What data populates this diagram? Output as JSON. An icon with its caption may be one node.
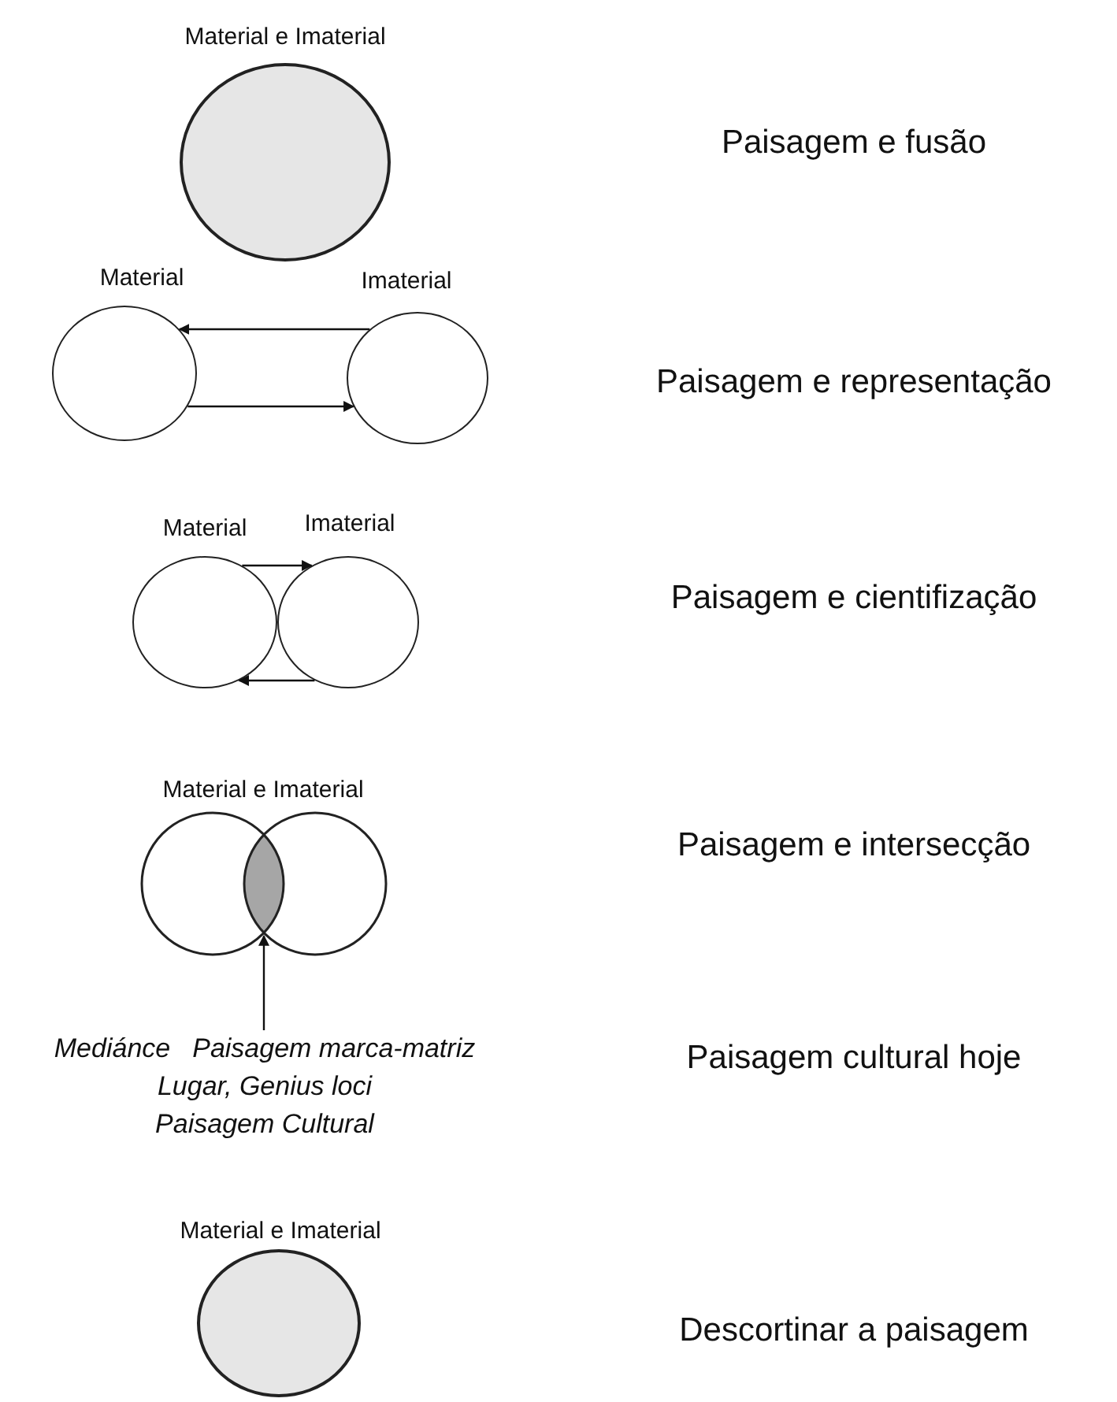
{
  "diagram": {
    "nodes": [
      {
        "text": [
          "Material e Imaterial"
        ]
      },
      {
        "text": [
          "Material"
        ]
      },
      {
        "text": [
          "Imaterial"
        ]
      },
      {
        "text": [
          "Material"
        ]
      },
      {
        "text": [
          "Imaterial"
        ]
      },
      {
        "text": [
          "Material e Imaterial"
        ]
      },
      {
        "text": [],
        "shape": "lens",
        "in": 5
      },
      {
        "text": [
          "Mediánce",
          "Paisagem marca-matriz",
          "Lugar, Genius loci",
          "Paisagem Cultural"
        ]
      },
      {
        "text": [
          "Material e Imaterial"
        ]
      }
    ],
    "edges": [
      {
        "from": 2,
        "to": 1,
        "arrow": "to"
      },
      {
        "from": 1,
        "to": 2,
        "arrow": "to"
      },
      {
        "from": 3,
        "to": 4,
        "arrow": "to"
      },
      {
        "from": 4,
        "to": 3,
        "arrow": "to"
      },
      {
        "from": 7,
        "to": 6,
        "arrow": "to"
      }
    ],
    "labels": [
      "Paisagem e fusão",
      "Paisagem e representação",
      "Paisagem e cientifização",
      "Paisagem e intersecção",
      "Paisagem cultural hoje",
      "Descortinar a paisagem"
    ]
  }
}
